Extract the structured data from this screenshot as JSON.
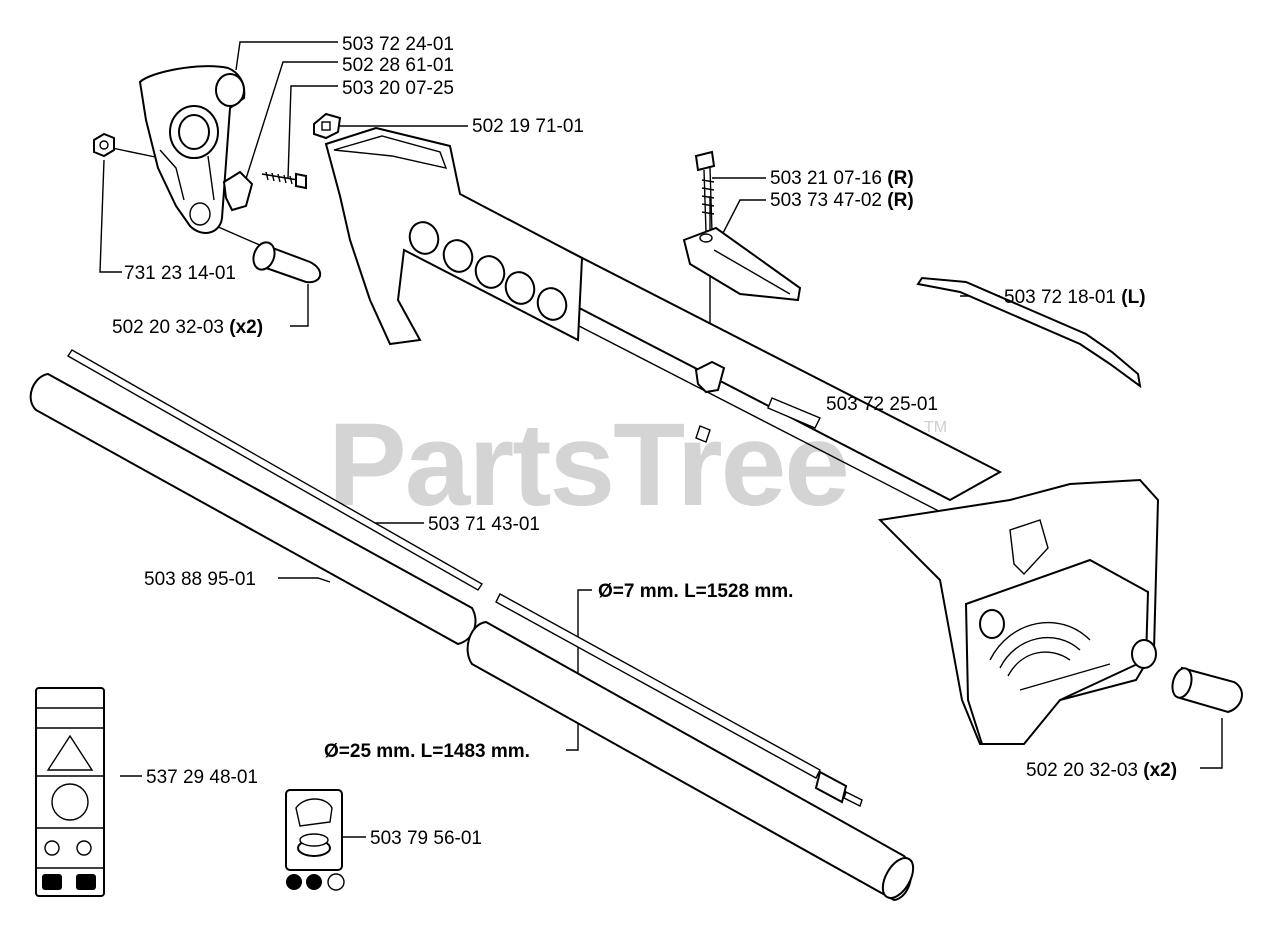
{
  "watermark": {
    "brand": "PartsTree",
    "trademark": "TM"
  },
  "callouts": [
    {
      "id": "c1",
      "number": "503 72 24-01",
      "suffix": ""
    },
    {
      "id": "c2",
      "number": "502 28 61-01",
      "suffix": ""
    },
    {
      "id": "c3",
      "number": "503 20 07-25",
      "suffix": ""
    },
    {
      "id": "c4",
      "number": "502 19 71-01",
      "suffix": ""
    },
    {
      "id": "c5",
      "number": "503 21 07-16",
      "suffix": "(R)"
    },
    {
      "id": "c6",
      "number": "503 73 47-02",
      "suffix": "(R)"
    },
    {
      "id": "c7",
      "number": "731 23 14-01",
      "suffix": ""
    },
    {
      "id": "c8",
      "number": "503 72 18-01",
      "suffix": "(L)"
    },
    {
      "id": "c9",
      "number": "502 20 32-03",
      "suffix": "(x2)"
    },
    {
      "id": "c10",
      "number": "503 72 25-01",
      "suffix": ""
    },
    {
      "id": "c11",
      "number": "503 71 43-01",
      "suffix": ""
    },
    {
      "id": "c12",
      "number": "503 88 95-01",
      "suffix": ""
    },
    {
      "id": "c13",
      "number": "",
      "suffix": "Ø=7 mm. L=1528 mm."
    },
    {
      "id": "c14",
      "number": "",
      "suffix": "Ø=25 mm. L=1483 mm."
    },
    {
      "id": "c15",
      "number": "537 29 48-01",
      "suffix": ""
    },
    {
      "id": "c16",
      "number": "502 20 32-03",
      "suffix": "(x2)"
    },
    {
      "id": "c17",
      "number": "503 79 56-01",
      "suffix": ""
    }
  ]
}
